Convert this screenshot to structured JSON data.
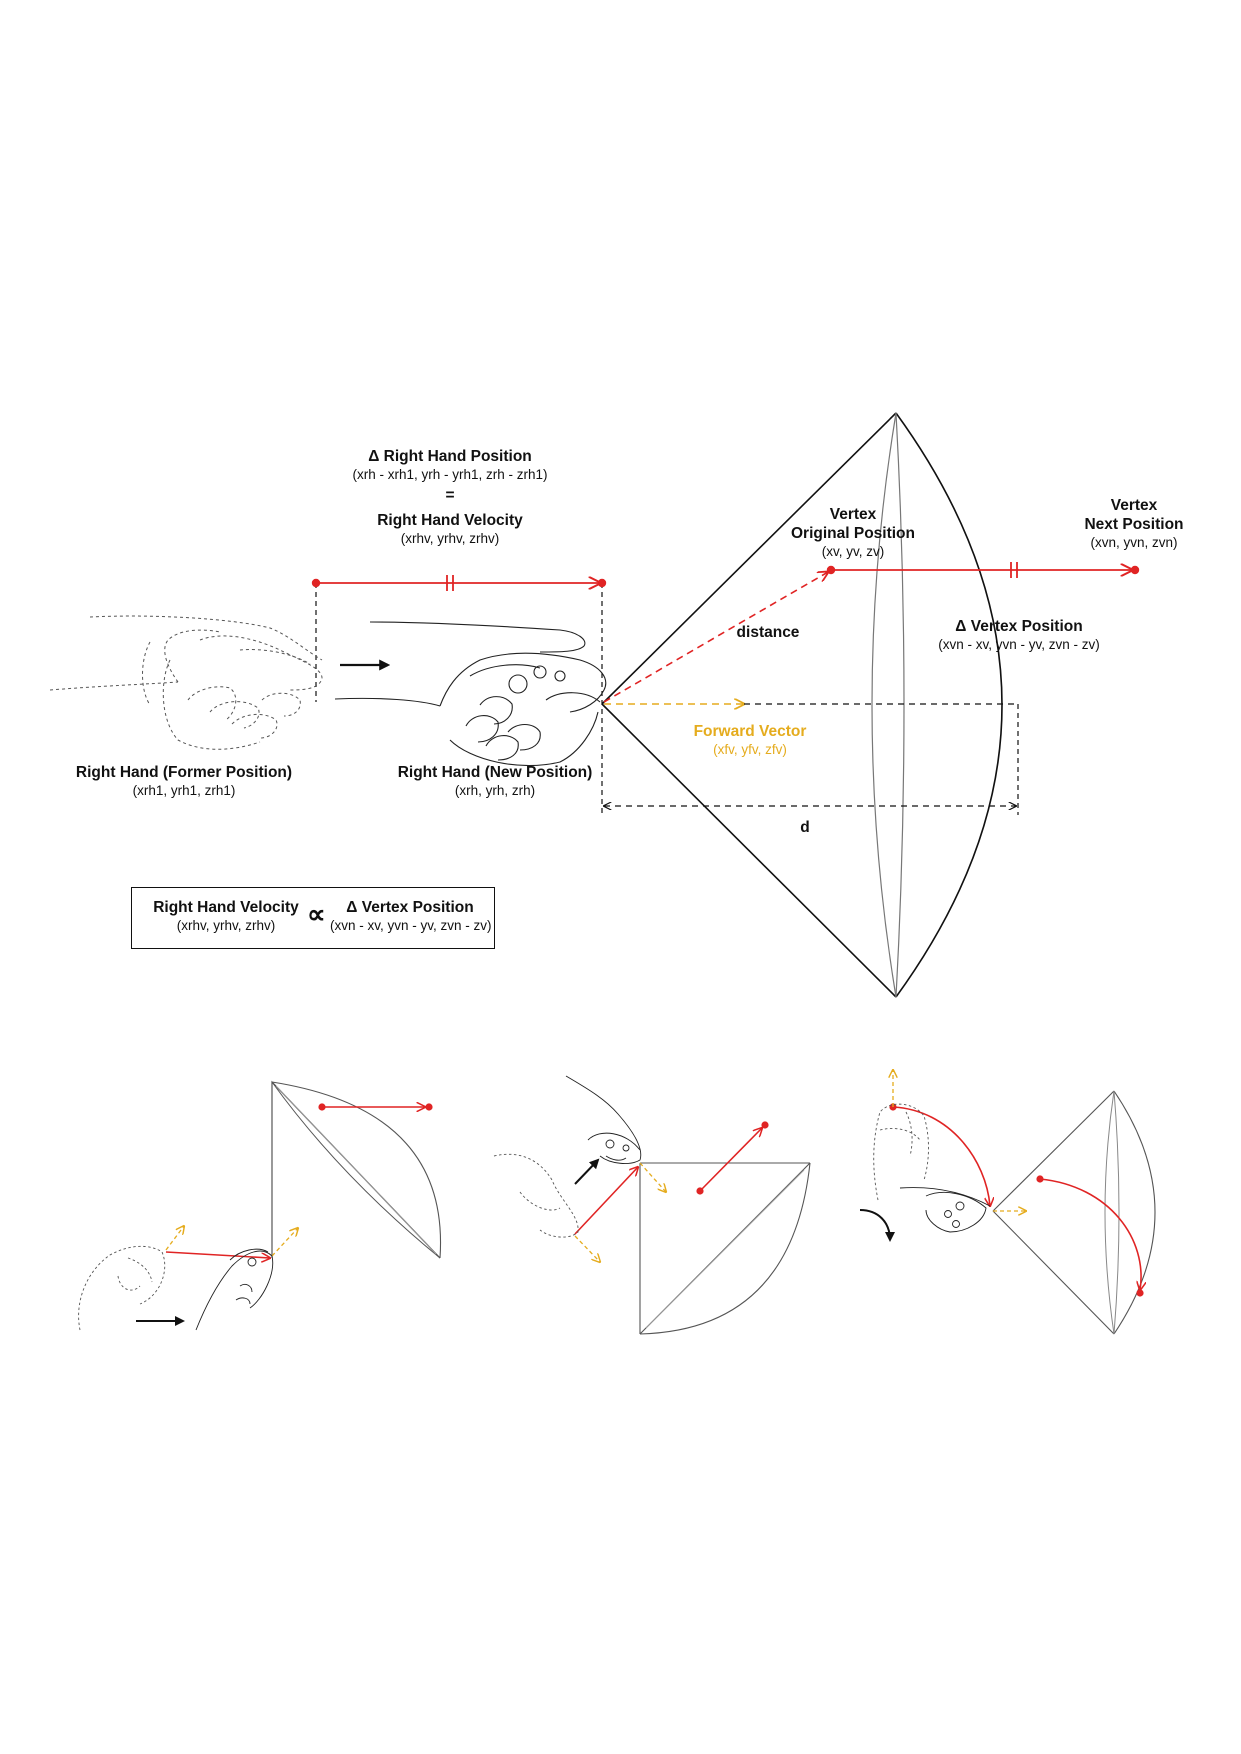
{
  "main": {
    "delta_hand": {
      "title": "Δ Right Hand Position",
      "formula": "(xrh - xrh1, yrh - yrh1, zrh - zrh1)",
      "equals": "=",
      "velocity_title": "Right Hand Velocity",
      "velocity_formula": "(xrhv, yrhv, zrhv)"
    },
    "vertex_original": {
      "title_line1": "Vertex",
      "title_line2": "Original Position",
      "formula": "(xv, yv, zv)"
    },
    "vertex_next": {
      "title_line1": "Vertex",
      "title_line2": "Next Position",
      "formula": "(xvn, yvn, zvn)"
    },
    "distance_label": "distance",
    "delta_vertex": {
      "title": "Δ Vertex Position",
      "formula": "(xvn - xv, yvn - yv, zvn - zv)"
    },
    "forward_vector": {
      "title": "Forward Vector",
      "formula": "(xfv, yfv, zfv)"
    },
    "d_label": "d",
    "former_hand": {
      "title": "Right Hand (Former Position)",
      "formula": "(xrh1, yrh1, zrh1)"
    },
    "new_hand": {
      "title": "Right Hand (New Position)",
      "formula": "(xrh, yrh, zrh)"
    },
    "formula_box": {
      "left_title": "Right Hand Velocity",
      "left_formula": "(xrhv, yrhv, zrhv)",
      "symbol": "∝",
      "right_title": "Δ Vertex Position",
      "right_formula": "(xvn - xv, yvn - yv, zvn - zv)"
    }
  },
  "colors": {
    "red": "#e02424",
    "yellow": "#e5ac1e",
    "ink": "#111111",
    "gray": "#8a8a8a"
  },
  "icons": [
    "hand-controller-icon",
    "hand-former-dashed-icon",
    "arrow-right-icon",
    "rotate-arrow-icon"
  ]
}
